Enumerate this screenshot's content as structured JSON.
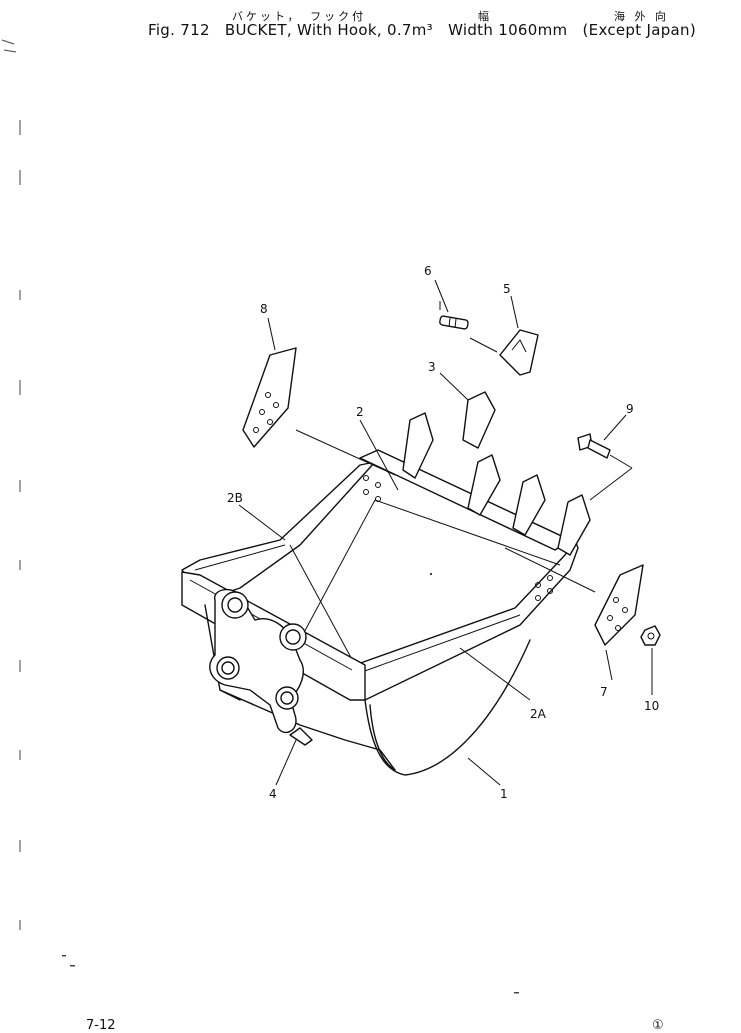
{
  "header": {
    "jp_bucket": "バケット，　フック付",
    "jp_width": "幅",
    "jp_except": "海 外 向",
    "fig": "Fig. 712",
    "desc": "BUCKET, With Hook, 0.7m³",
    "width": "Width 1060mm",
    "region": "(Except Japan)"
  },
  "parts": {
    "p1": "1",
    "p2": "2",
    "p2a": "2A",
    "p2b": "2B",
    "p3": "3",
    "p4": "4",
    "p5": "5",
    "p6": "6",
    "p7": "7",
    "p8": "8",
    "p9": "9",
    "p10": "10"
  },
  "footer": {
    "page": "7-12",
    "code": "①"
  }
}
